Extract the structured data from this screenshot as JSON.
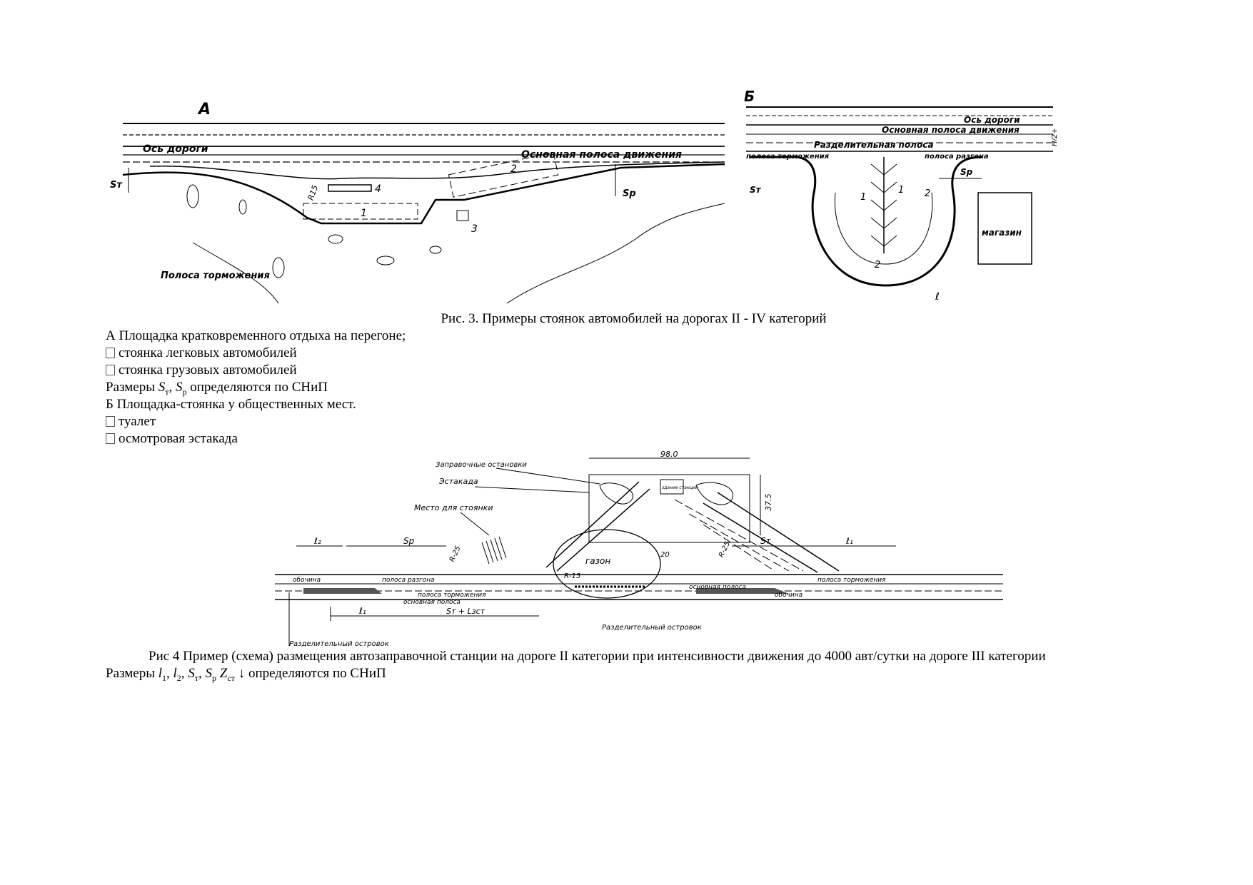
{
  "figA": {
    "letter": "А",
    "labels": {
      "axis": "Ось дороги",
      "main_lane": "Основная полоса движения",
      "brake_lane": "Полоса торможения",
      "st": "Sт",
      "sp": "Sр",
      "n2": "2",
      "n4": "4",
      "n1": "1",
      "n3": "3",
      "r15": "R15"
    }
  },
  "figB": {
    "letter": "Б",
    "labels": {
      "axis": "Ось дороги",
      "main_lane": "Основная полоса движения",
      "divider": "Разделительная полоса",
      "brake_lane": "полоса торможения",
      "accel_lane": "полоса разгона",
      "st": "Sт",
      "sp": "Sр",
      "n1a": "1",
      "n1b": "1",
      "n2a": "2",
      "n2b": "2",
      "shop": "магазин",
      "width": "H/2+",
      "l": "ℓ"
    }
  },
  "caption3": "Рис. 3. Примеры стоянок автомобилей на дорогах II - IV категорий",
  "legend": {
    "line1": "А Площадка кратковременного отдыха на перегоне;",
    "line2": "стоянка легковых автомобилей",
    "line3": "стоянка грузовых автомобилей",
    "line4_pre": "Размеры ",
    "line4_s1": "S",
    "line4_s1_sub": "т",
    "line4_sep": ", ",
    "line4_s2": "S",
    "line4_s2_sub": "р",
    "line4_post": " определяются по СНиП",
    "line5": "Б Площадка-стоянка у общественных мест.",
    "line6": "туалет",
    "line7": "осмотровая эстакада"
  },
  "fig4": {
    "labels": {
      "stops": "Заправочные остановки",
      "overpass": "Эстакада",
      "parking": "Место для стоянки",
      "dim98": "98.0",
      "dim375": "37.5",
      "r25a": "R-25",
      "r25b": "R-25",
      "r15": "R-15",
      "r20": "20",
      "lawn": "газон",
      "l2": "ℓ₂",
      "sp": "Sр",
      "st": "Sт",
      "l1a": "ℓ₁",
      "l1b": "ℓ₁",
      "bypass_l": "обочина",
      "bypass_r": "обочина",
      "accel": "полоса разгона",
      "brake_top": "полоса торможения",
      "brake_bot": "полоса торможения",
      "main_l": "основная полоса",
      "main_r": "основная полоса",
      "st_zst": "Sт + Lзст",
      "div_island": "Разделительный островок",
      "div_island2": "Разделительный островок",
      "service": "здание станции"
    }
  },
  "caption4": "Рис 4 Пример (схема) размещения автозаправочной станции на дороге II категории при интенсивности движения до 4000 авт/сутки на дороге III категории",
  "sizes4": {
    "pre": "Размеры ",
    "l1": "l",
    "l1_sub": "1",
    "l2": "l",
    "l2_sub": "2",
    "st": "S",
    "st_sub": "т",
    "sp": "S",
    "sp_sub": "р",
    "z": "Z",
    "z_sub": "ст",
    "arrow": "↓",
    "post": " определяются по СНиП"
  }
}
